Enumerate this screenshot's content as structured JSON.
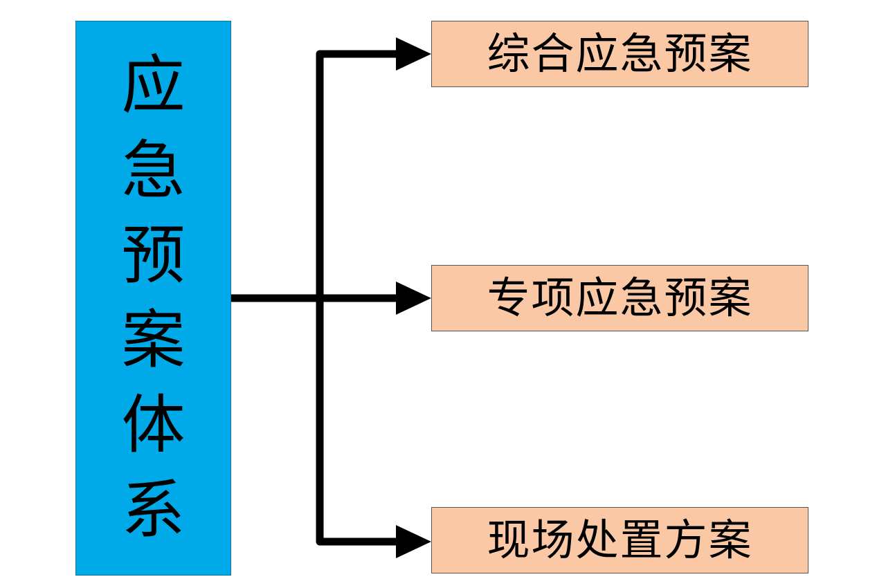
{
  "colors": {
    "root_fill": "#00a9e8",
    "child_fill": "#fac8a5",
    "connector": "#000000"
  },
  "root": {
    "chars": [
      "应",
      "急",
      "预",
      "案",
      "体",
      "系"
    ]
  },
  "children": [
    {
      "label": "综合应急预案"
    },
    {
      "label": "专项应急预案"
    },
    {
      "label": "现场处置方案"
    }
  ]
}
